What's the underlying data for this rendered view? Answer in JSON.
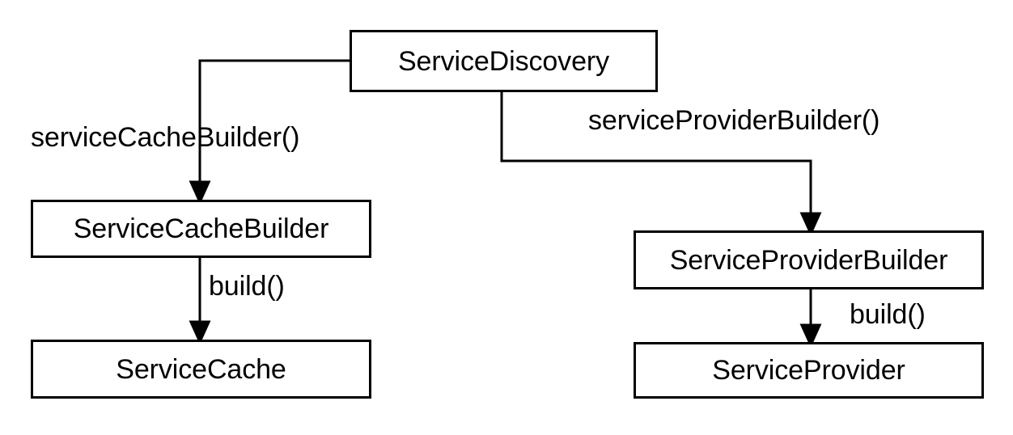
{
  "diagram": {
    "title": "ServiceDiscovery builder diagram",
    "stroke_color": "#000000",
    "fill_color": "#ffffff",
    "nodes": [
      {
        "id": "service_discovery",
        "label": "ServiceDiscovery"
      },
      {
        "id": "service_cache_builder",
        "label": "ServiceCacheBuilder"
      },
      {
        "id": "service_cache",
        "label": "ServiceCache"
      },
      {
        "id": "service_provider_builder",
        "label": "ServiceProviderBuilder"
      },
      {
        "id": "service_provider",
        "label": "ServiceProvider"
      }
    ],
    "edges": [
      {
        "id": "e1",
        "from": "service_discovery",
        "to": "service_cache_builder",
        "label": "serviceCacheBuilder()"
      },
      {
        "id": "e2",
        "from": "service_discovery",
        "to": "service_provider_builder",
        "label": "serviceProviderBuilder()"
      },
      {
        "id": "e3",
        "from": "service_cache_builder",
        "to": "service_cache",
        "label": "build()"
      },
      {
        "id": "e4",
        "from": "service_provider_builder",
        "to": "service_provider",
        "label": "build()"
      }
    ]
  }
}
